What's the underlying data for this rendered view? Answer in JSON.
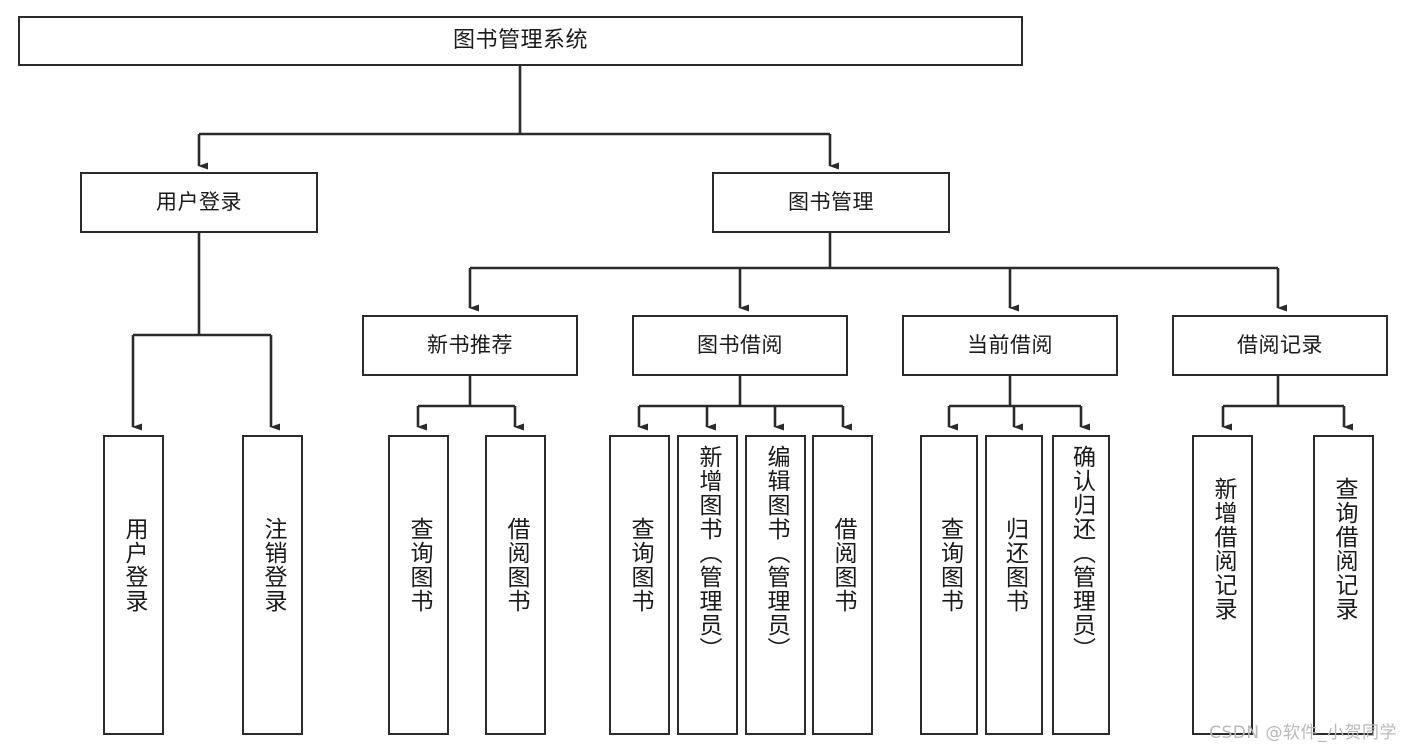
{
  "diagram": {
    "title": "图书管理系统",
    "type": "tree",
    "line_color": "#2b2b2b",
    "box_fill": "#ffffff",
    "text_color": "#1a1a1a",
    "root": {
      "label": "图书管理系统"
    },
    "level2": [
      {
        "label": "用户登录"
      },
      {
        "label": "图书管理"
      }
    ],
    "level3": [
      {
        "label": "新书推荐"
      },
      {
        "label": "图书借阅"
      },
      {
        "label": "当前借阅"
      },
      {
        "label": "借阅记录"
      }
    ],
    "leaves": {
      "user_login": [
        {
          "label": "用户登录"
        },
        {
          "label": "注销登录"
        }
      ],
      "new_book_recommend": [
        {
          "label": "查询图书"
        },
        {
          "label": "借阅图书"
        }
      ],
      "book_borrow": [
        {
          "label": "查询图书"
        },
        {
          "label": "新增图书（管理员）"
        },
        {
          "label": "编辑图书（管理员）"
        },
        {
          "label": "借阅图书"
        }
      ],
      "current_borrow": [
        {
          "label": "查询图书"
        },
        {
          "label": "归还图书"
        },
        {
          "label": "确认归还（管理员）"
        }
      ],
      "borrow_record": [
        {
          "label": "新增借阅记录"
        },
        {
          "label": "查询借阅记录"
        }
      ]
    }
  },
  "watermark": {
    "text": "CSDN @软件_小贺同学",
    "color": "#b9b9b9"
  }
}
